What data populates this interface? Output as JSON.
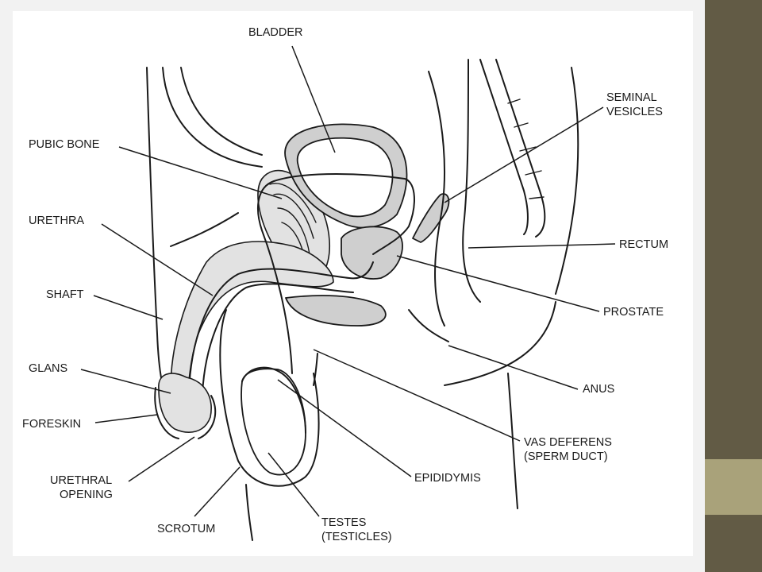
{
  "colors": {
    "sidebar_dark": "#625b45",
    "sidebar_light": "#a9a27a",
    "panel": "#ffffff",
    "frame": "#f2f2f2"
  },
  "labels": {
    "bladder": "BLADDER",
    "seminal_vesicles_1": "SEMINAL",
    "seminal_vesicles_2": "VESICLES",
    "pubic_bone": "PUBIC BONE",
    "urethra": "URETHRA",
    "rectum": "RECTUM",
    "shaft": "SHAFT",
    "prostate": "PROSTATE",
    "glans": "GLANS",
    "anus": "ANUS",
    "foreskin": "FORESKIN",
    "vas_deferens_1": "VAS DEFERENS",
    "vas_deferens_2": "(SPERM DUCT)",
    "urethral_opening_1": "URETHRAL",
    "urethral_opening_2": "OPENING",
    "epididymis": "EPIDIDYMIS",
    "scrotum": "SCROTUM",
    "testes_1": "TESTES",
    "testes_2": "(TESTICLES)"
  }
}
